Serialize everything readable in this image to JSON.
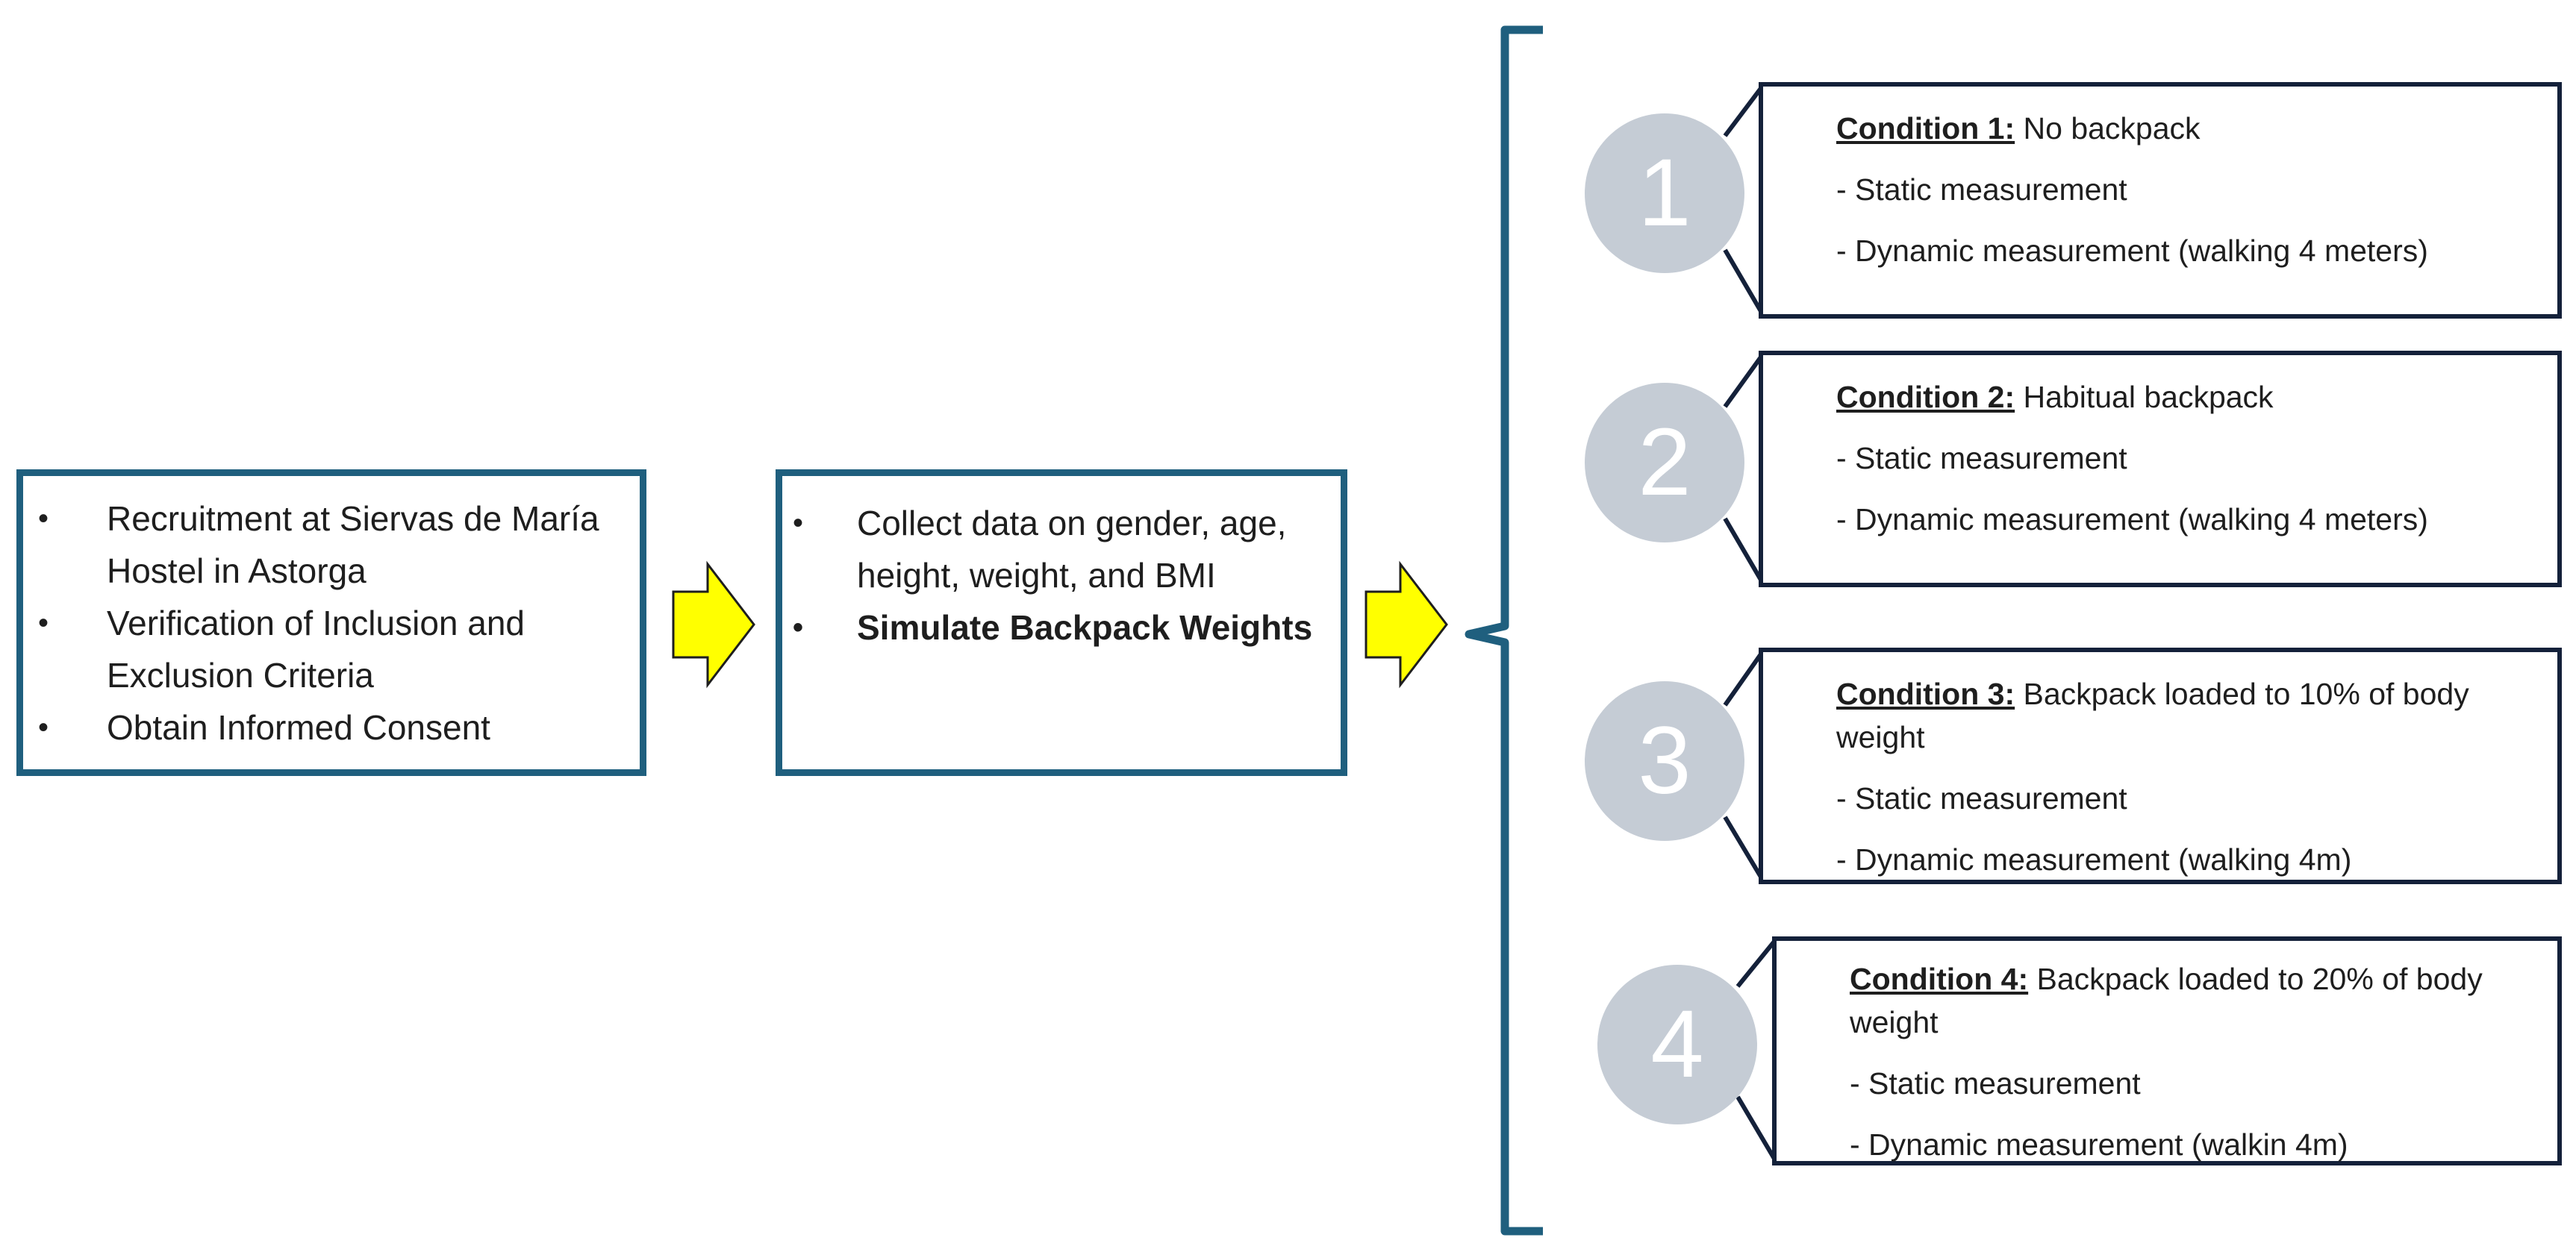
{
  "colors": {
    "box_border": "#1f5f7e",
    "condition_border": "#14213a",
    "arrow_fill": "#ffff00",
    "circle_fill": "#c5ccd5",
    "brace": "#1f5f7e"
  },
  "step1": {
    "items": [
      "Recruitment at Siervas de María Hostel in Astorga",
      "Verification of Inclusion and Exclusion Criteria",
      "Obtain Informed Consent"
    ]
  },
  "step2": {
    "items": [
      "Collect data on gender, age, height, weight, and BMI",
      "Simulate Backpack Weights"
    ]
  },
  "conditions": [
    {
      "number": "1",
      "title": "Condition 1:",
      "description": " No backpack",
      "static": "- Static measurement",
      "dynamic": "- Dynamic measurement (walking 4 meters)"
    },
    {
      "number": "2",
      "title": "Condition 2:",
      "description": " Habitual backpack",
      "static": "- Static measurement",
      "dynamic": "- Dynamic measurement (walking 4 meters)"
    },
    {
      "number": "3",
      "title": "Condition 3:",
      "description": " Backpack loaded to 10% of body weight",
      "static": "- Static measurement",
      "dynamic": "- Dynamic measurement (walking 4m)"
    },
    {
      "number": "4",
      "title": "Condition 4:",
      "description": " Backpack loaded to 20% of body weight",
      "static": "- Static measurement",
      "dynamic": "- Dynamic measurement (walkin 4m)"
    }
  ]
}
